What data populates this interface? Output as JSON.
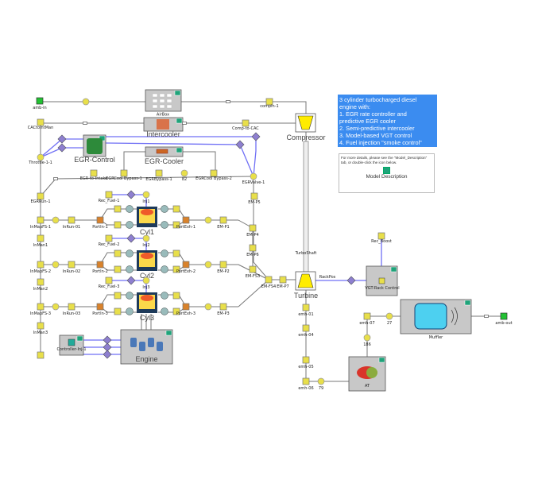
{
  "description_box": {
    "lines": [
      "3 cylinder turbocharged diesel",
      "engine with:",
      "1. EGR rate controller and",
      "predictive EGR cooler",
      "2. Semi-predictive intercooler",
      "3. Model-based VGT control",
      "4. Fuel injection \"smoke control\""
    ],
    "color": "#3b8cf0"
  },
  "info_box": {
    "text": "For more details, please see the \"Model_Description\" tab, or double-click the icon below.",
    "icon_label": "Model Description"
  },
  "components": {
    "amb_in": "amb-in",
    "airbox": "AirBox",
    "compin": "compin-1",
    "compressor": "Compressor",
    "cac": "CACtoIntMan",
    "intercooler": "Intercooler",
    "comp_to_cac": "Comp-to-CAC",
    "egr_control": "EGR-Control",
    "egr_cooler": "EGR-Cooler",
    "throttle": "Throttle-1-1",
    "egr_to_intake": "EGR-to-Intake",
    "egrcool_bypass1": "EGRCool Bypass-1",
    "egrbypass1": "EGRBypass-1",
    "n82": "82",
    "egrcool_bypass2": "EGRCool Bypass-2",
    "egrvalve": "EGRValve-1",
    "egrrun": "EGRRun-1",
    "em_p5": "EM-P5",
    "rec_fuel1": "Rec_Fuel-1",
    "rec_fuel2": "Rec_Fuel-2",
    "rec_fuel3": "Rec_Fuel-3",
    "inj1": "Inj1",
    "inj2": "Inj2",
    "inj3": "Inj3",
    "cyl1": "Cyl1",
    "cyl2": "Cyl2",
    "cyl3": "Cyl3",
    "inmapfs1": "InMapFS-1",
    "inmapfs2": "InMapFS-2",
    "inmapfs3": "InMapFS-3",
    "inrun01": "InRun-01",
    "inrun02": "InRun-02",
    "inrun03": "InRun-03",
    "port1": "PortIn-1",
    "port2": "PortIn-2",
    "port3": "PortIn-3",
    "exh1": "PortExh-1",
    "exh2": "PortExh-2",
    "exh3": "PortExh-3",
    "em_p1": "EM-P1",
    "em_p2": "EM-P2",
    "em_p3": "EM-P3",
    "em_p4": "EM-P4",
    "em_p6": "EM-P6",
    "em_fs3": "EM-FS3",
    "em_fs4": "EM-FS4",
    "em_p7": "EM-P7",
    "inman1": "InMan1",
    "inman2": "InMan2",
    "inman3": "InMan3",
    "engine": "Engine",
    "controller": "Controller-Inj-1",
    "turbine": "Turbine",
    "turboshaft": "TurboShaft",
    "rackpos": "RackPos",
    "rec_boost": "Rec_Boost",
    "vgt": "VGT-Rack Control",
    "emh01": "emh-01",
    "emh04": "emh-04",
    "emh05": "emh-05",
    "emh06": "emh-06",
    "n79": "79",
    "at": "AT",
    "emh07": "emh-07",
    "n27": "27",
    "n186": "186",
    "muffler": "Muffler",
    "amb_out": "amb-out"
  },
  "colors": {
    "part_yellow": "#e8df4a",
    "signal_blue": "#6f6ff5",
    "box_gray": "#c8c8c8",
    "ambient_green": "#22c233"
  }
}
